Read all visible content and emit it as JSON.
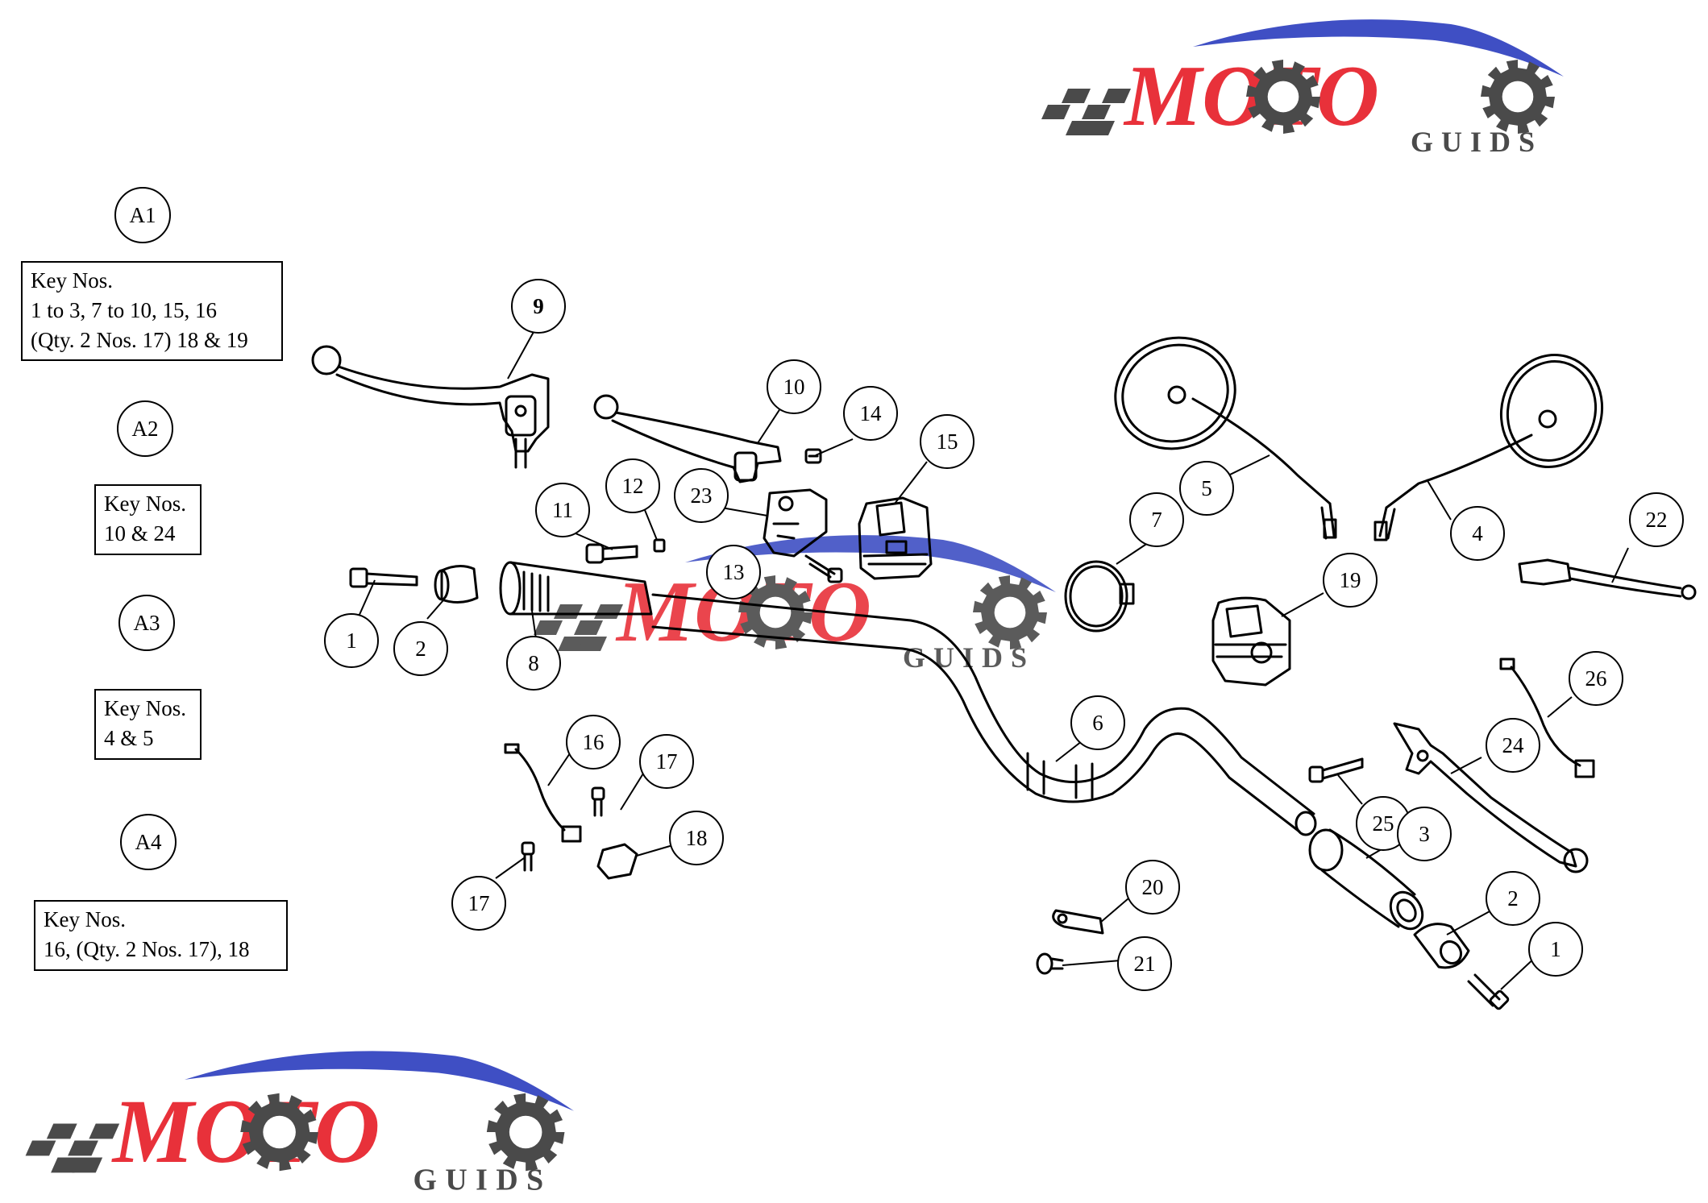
{
  "brand": {
    "main": "MOTO",
    "sub": "GUIDS",
    "colors": {
      "red": "#e8313a",
      "blue": "#3f4fc4",
      "gray": "#4a4a4a"
    }
  },
  "assemblies": [
    {
      "id": "A1",
      "lines": [
        "Key Nos.",
        "1 to 3, 7 to 10, 15, 16",
        "(Qty. 2 Nos. 17) 18 & 19"
      ]
    },
    {
      "id": "A2",
      "lines": [
        "Key Nos.",
        "10 & 24"
      ]
    },
    {
      "id": "A3",
      "lines": [
        "Key Nos.",
        "4 & 5"
      ]
    },
    {
      "id": "A4",
      "lines": [
        "Key Nos.",
        "16, (Qty. 2 Nos. 17), 18"
      ]
    }
  ],
  "callouts": [
    "9",
    "10",
    "14",
    "15",
    "11",
    "12",
    "23",
    "13",
    "1",
    "2",
    "8",
    "5",
    "7",
    "4",
    "22",
    "19",
    "6",
    "26",
    "24",
    "16",
    "17",
    "18",
    "17",
    "25",
    "3",
    "2",
    "1",
    "20",
    "21"
  ]
}
